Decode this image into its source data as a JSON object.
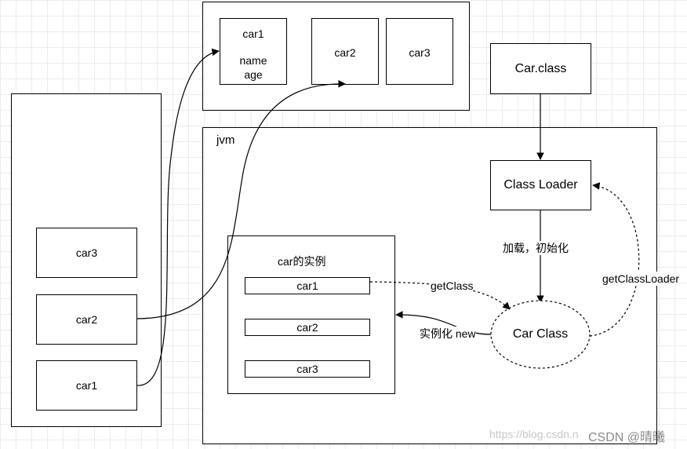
{
  "heap": {
    "car1": {
      "title": "car1",
      "field1": "name",
      "field2": "age"
    },
    "car2": "car2",
    "car3": "car3"
  },
  "stack": {
    "car3": "car3",
    "car2": "car2",
    "car1": "car1"
  },
  "jvm": {
    "title": "jvm",
    "instances": {
      "title": "car的实例",
      "car1": "car1",
      "car2": "car2",
      "car3": "car3"
    },
    "class_loader": "Class Loader",
    "car_class": "Car Class"
  },
  "car_class_file": "Car.class",
  "edges": {
    "load_init": "加载，初始化",
    "get_class": "getClass",
    "instantiate_new": "实例化 new",
    "get_class_loader": "getClassLoader"
  },
  "watermark": {
    "url": "https://blog.csdn.n",
    "brand": "CSDN @晴曦"
  }
}
